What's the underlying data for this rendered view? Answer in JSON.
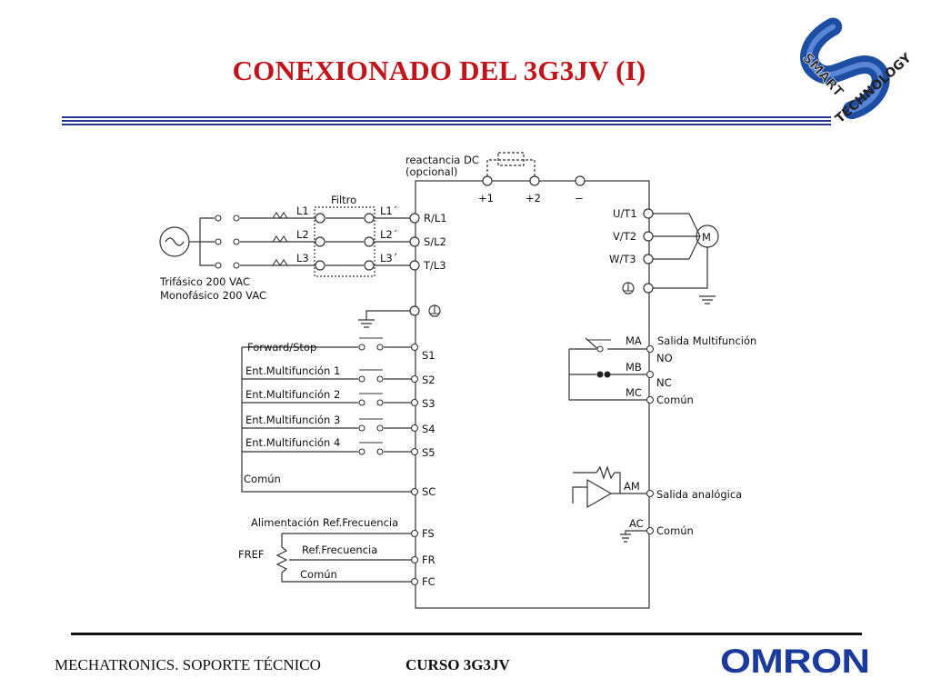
{
  "slide": {
    "title": "CONEXIONADO DEL 3G3JV (I)",
    "footer_left": "MECHATRONICS. SOPORTE TÉCNICO",
    "footer_course": "CURSO 3G3JV",
    "brand_logo": "OMRON",
    "corner_logo": {
      "top": "SMART",
      "bottom": "TECHNOLOGY"
    }
  },
  "colors": {
    "title": "#c0161b",
    "rule": "#283593",
    "brand": "#1a3a9c",
    "logo_s": "#1d4ea3"
  },
  "diagram": {
    "dc_reactor_label_1": "reactancia DC",
    "dc_reactor_label_2": "(opcional)",
    "dc_terminals": [
      "+1",
      "+2",
      "−"
    ],
    "filter_label": "Filtro",
    "input_lines": [
      "L1",
      "L2",
      "L3"
    ],
    "filtered_lines": [
      "L1´",
      "L2´",
      "L3´"
    ],
    "input_terminals": [
      "R/L1",
      "S/L2",
      "T/L3"
    ],
    "output_terminals": [
      "U/T1",
      "V/T2",
      "W/T3"
    ],
    "motor_label": "M",
    "supply_1": "Trifásico 200 VAC",
    "supply_2": "Monofásico 200 VAC",
    "digital_inputs": [
      {
        "label": "Forward/Stop",
        "terminal": "S1"
      },
      {
        "label": "Ent.Multifunción 1",
        "terminal": "S2"
      },
      {
        "label": "Ent.Multifunción 2",
        "terminal": "S3"
      },
      {
        "label": "Ent.Multifunción 3",
        "terminal": "S4"
      },
      {
        "label": "Ent.Multifunción 4",
        "terminal": "S5"
      }
    ],
    "common_label": "Común",
    "common_terminal": "SC",
    "freq_supply_label": "Alimentación Ref.Frecuencia",
    "freq_ref_label": "Ref.Frecuencia",
    "freq_common_label": "Común",
    "fref_label": "FREF",
    "freq_terminals": [
      "FS",
      "FR",
      "FC"
    ],
    "relay_title": "Salida Multifunción",
    "relay_terminals": [
      "MA",
      "MB",
      "MC"
    ],
    "relay_labels": [
      "NO",
      "NC",
      "Común"
    ],
    "analog_terminals": [
      "AM",
      "AC"
    ],
    "analog_out_label": "Salida analógica",
    "analog_common_label": "Común"
  }
}
